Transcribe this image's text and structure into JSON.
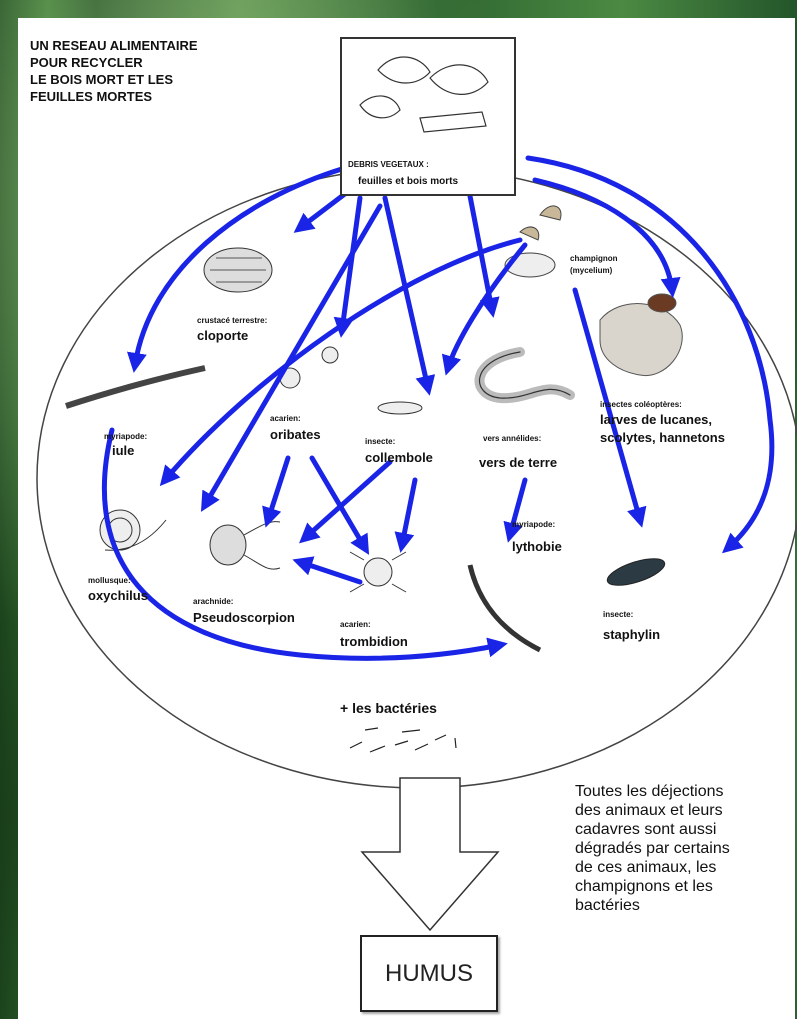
{
  "title_lines": [
    "UN RESEAU ALIMENTAIRE",
    "POUR RECYCLER",
    "LE BOIS MORT ET LES",
    "FEUILLES MORTES"
  ],
  "source": {
    "label_line1": "DEBRIS VEGETAUX :",
    "label_line2": "feuilles et bois morts"
  },
  "organisms": {
    "champignon": {
      "group": "champignon",
      "name": "(mycelium)"
    },
    "cloporte": {
      "group": "crustacé terrestre:",
      "name": "cloporte"
    },
    "iule": {
      "group": "myriapode:",
      "name": "iule"
    },
    "oribates": {
      "group": "acarien:",
      "name": "oribates"
    },
    "collembole": {
      "group": "insecte:",
      "name": "collembole"
    },
    "vers": {
      "group": "vers annélides:",
      "name": "vers de terre"
    },
    "larves": {
      "group": "insectes coléoptères:",
      "name_line1": "larves de lucanes,",
      "name_line2": "scolytes, hannetons"
    },
    "oxychilus": {
      "group": "mollusque:",
      "name": "oxychilus"
    },
    "pseudoscorpion": {
      "group": "arachnide:",
      "name": "Pseudoscorpion"
    },
    "trombidion": {
      "group": "acarien:",
      "name": "trombidion"
    },
    "lythobie": {
      "group": "myriapode:",
      "name": "lythobie"
    },
    "staphylin": {
      "group": "insecte:",
      "name": "staphylin"
    }
  },
  "bacteria_label": "+ les bactéries",
  "note_lines": [
    "Toutes les déjections",
    "des animaux et leurs",
    "cadavres sont aussi",
    "dégradés par certains",
    "de ces animaux, les",
    "champignons et les",
    "bactéries"
  ],
  "result_label": "HUMUS",
  "colors": {
    "arrow": "#1a24e6",
    "outline": "#222222"
  }
}
